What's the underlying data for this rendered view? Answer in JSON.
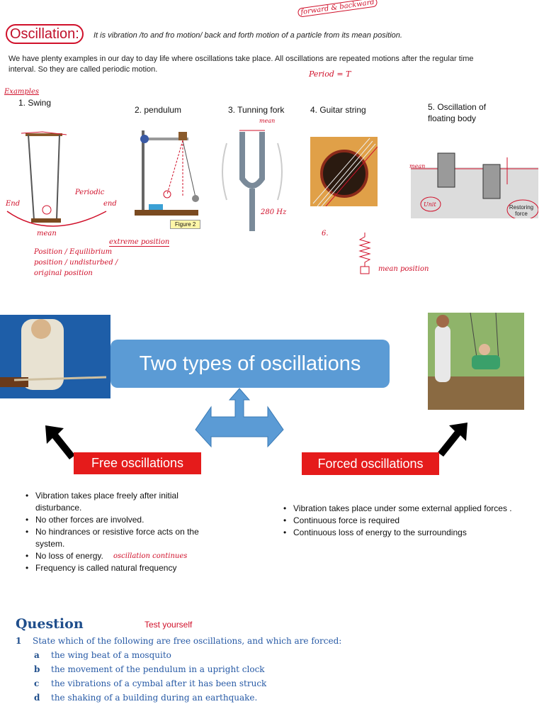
{
  "header": {
    "title": "Oscillation:",
    "definition": "It is vibration /to and fro motion/ back and forth motion of a particle from its mean position.",
    "intro": "We have plenty examples in our day to day life where oscillations take place. All oscillations are repeated motions after the regular time interval. So they are called periodic motion."
  },
  "annotations": {
    "forward_backward": "forward & backward",
    "period": "Period = T",
    "examples": "Examples",
    "end_left": "End",
    "periodic": "Periodic",
    "end_right": "end",
    "mean": "mean",
    "extreme": "extreme position",
    "position_list": "Position / Equilibrium position / undisturbed / original position",
    "mean_small": "mean",
    "freq": "280 Hz",
    "six": "6.",
    "mean_position": "mean position",
    "osc_continues": "oscillation continues",
    "figure2": "Figure 2",
    "unit": "Unit",
    "restoring": "Restoring force",
    "mean_float": "mean"
  },
  "examples": [
    {
      "label": "1. Swing"
    },
    {
      "label": "2. pendulum"
    },
    {
      "label": "3. Tunning fork"
    },
    {
      "label": "4. Guitar string"
    },
    {
      "label": "5. Oscillation of floating body"
    }
  ],
  "types": {
    "banner": "Two types of oscillations",
    "free_label": "Free oscillations",
    "forced_label": "Forced oscillations",
    "free_points": [
      "Vibration takes place freely after initial disturbance.",
      "No other forces are involved.",
      "No hindrances or resistive force acts on the system.",
      "No loss of energy.",
      "Frequency is called natural frequency"
    ],
    "forced_points": [
      "Vibration takes place under some external applied forces .",
      "Continuous force is required",
      "Continuous  loss of energy to the surroundings"
    ]
  },
  "question": {
    "heading": "Question",
    "test": "Test yourself",
    "number": "1",
    "prompt": "State which of the following are free oscillations, and which are forced:",
    "items": [
      {
        "letter": "a",
        "text": "the wing beat of a mosquito"
      },
      {
        "letter": "b",
        "text": "the movement of the pendulum in a upright clock"
      },
      {
        "letter": "c",
        "text": "the vibrations of a cymbal after it has been struck"
      },
      {
        "letter": "d",
        "text": "the shaking of a building during an earthquake."
      }
    ]
  }
}
